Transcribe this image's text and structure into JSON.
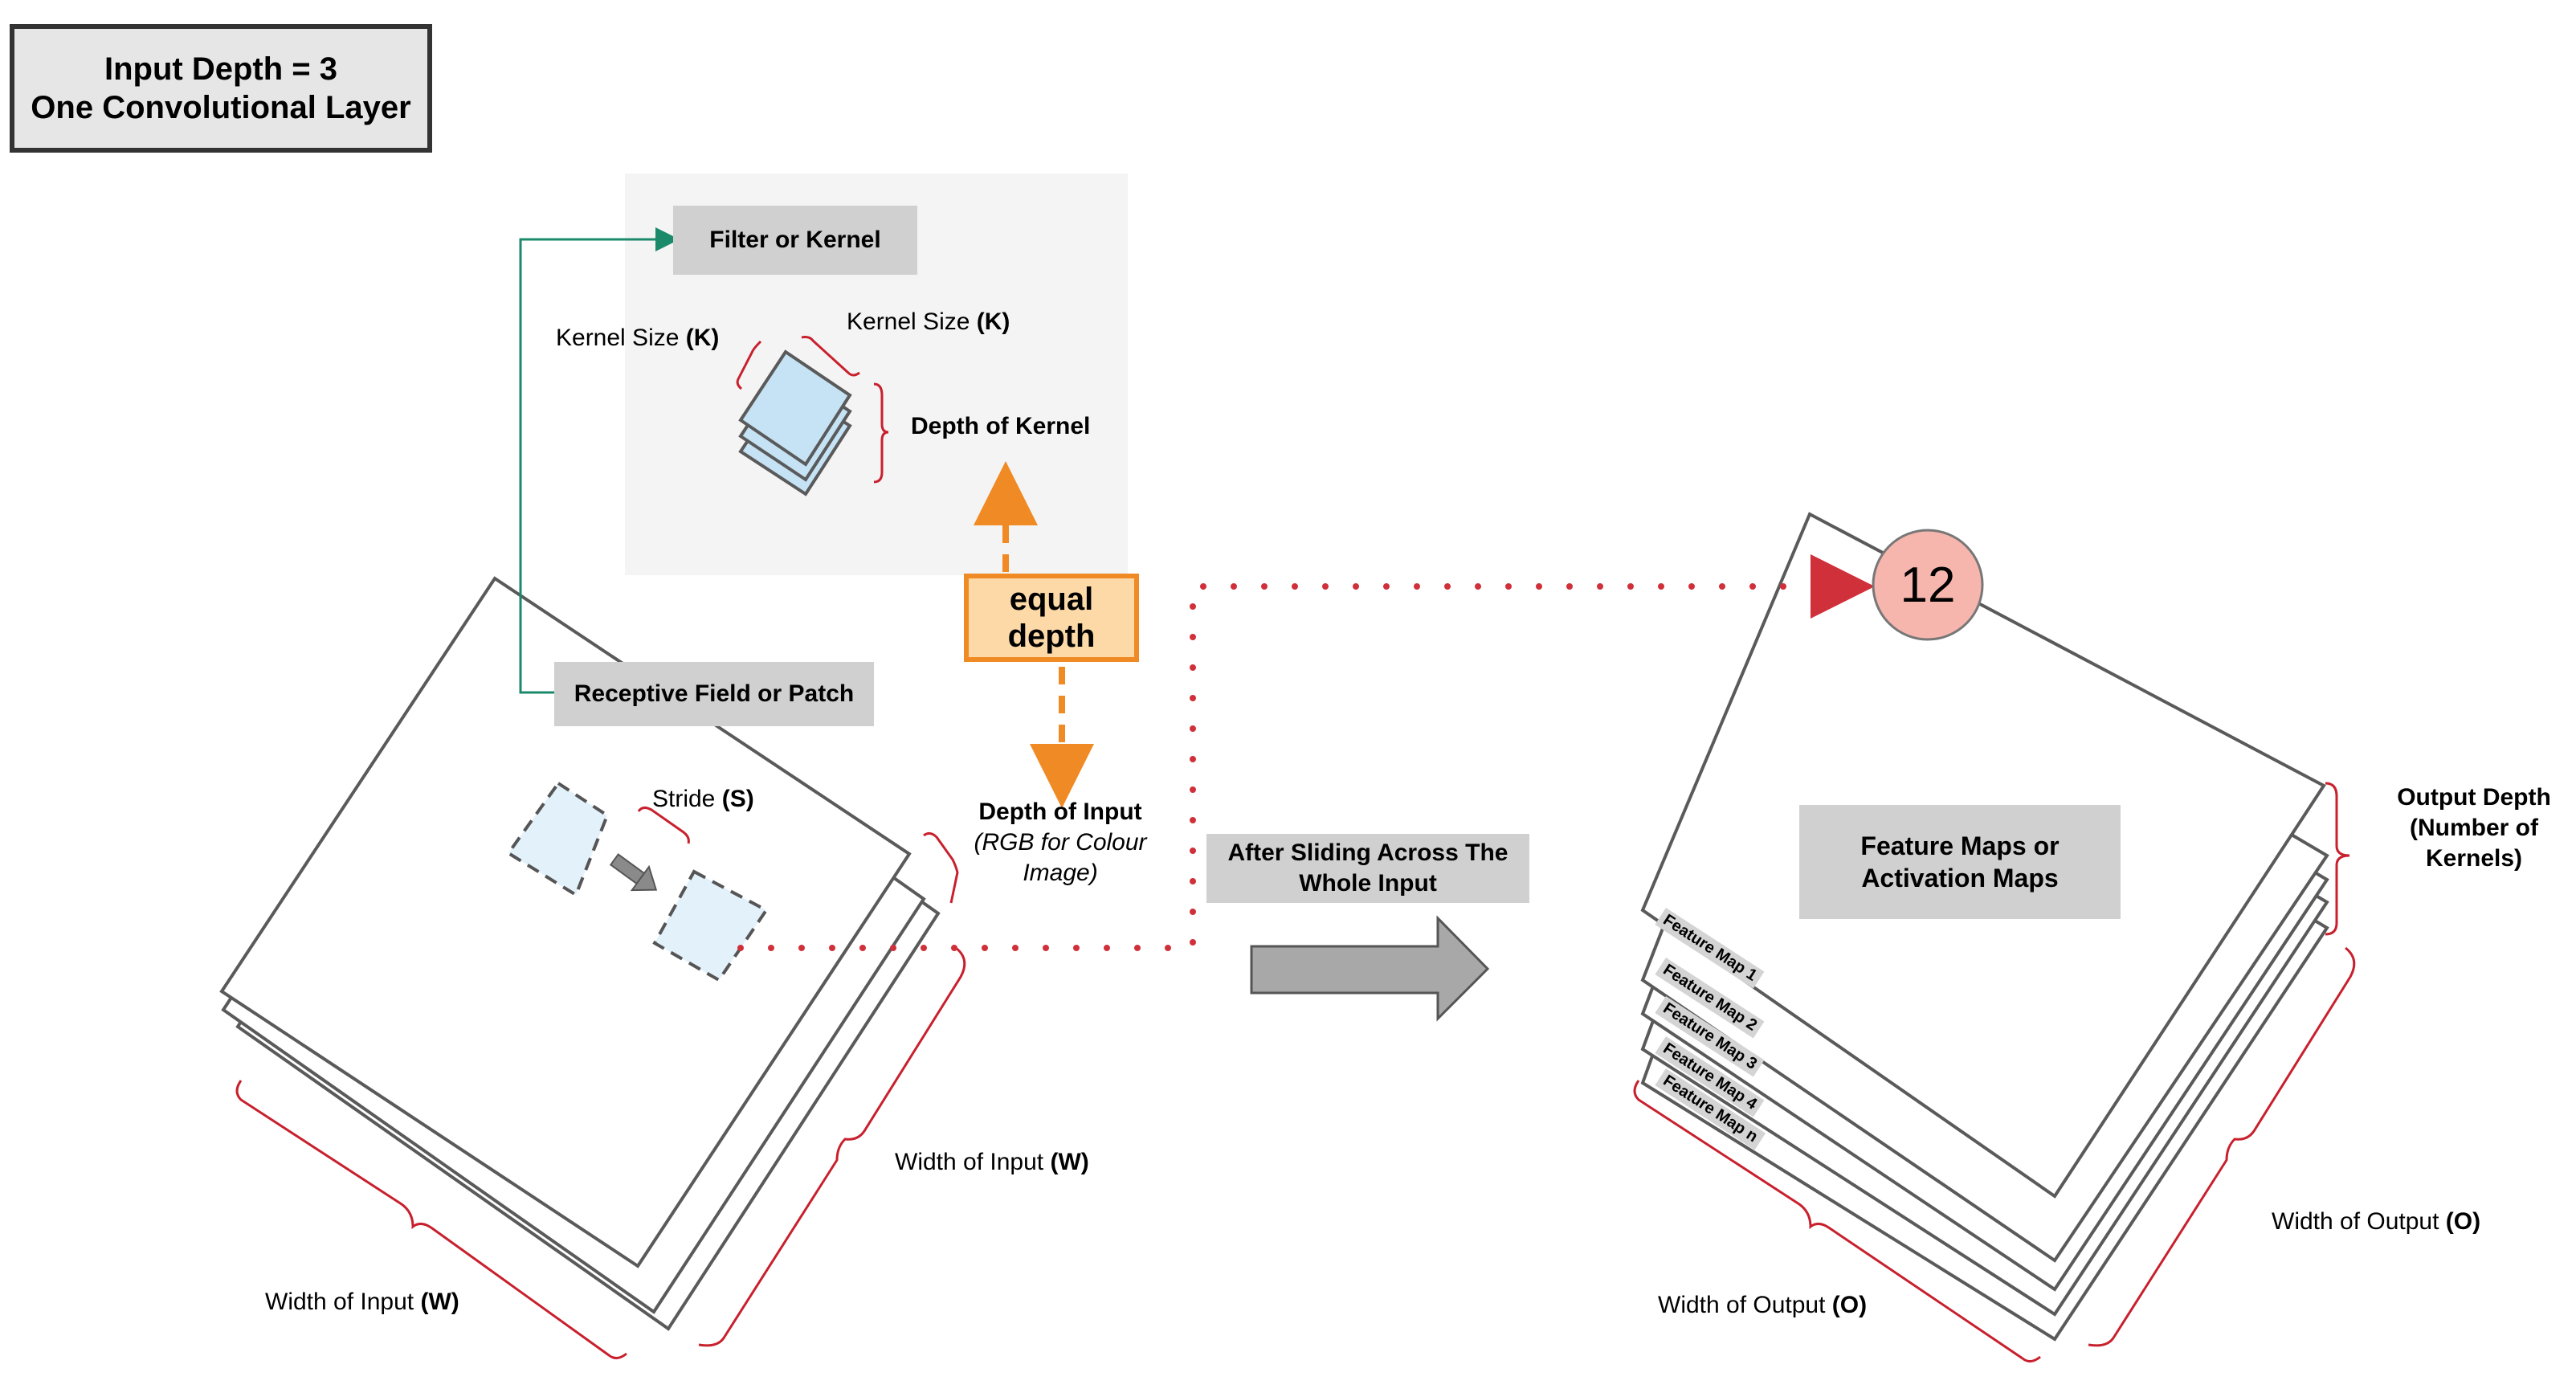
{
  "title_box": {
    "line1": "Input Depth = 3",
    "line2": "One Convolutional Layer"
  },
  "kernel_panel": {
    "title": "Filter or Kernel",
    "kernel_size_left": "Kernel Size",
    "kernel_size_right": "Kernel Size",
    "kernel_symbol": "(K)",
    "depth_label": "Depth of Kernel"
  },
  "input_side": {
    "receptive_field": "Receptive Field or Patch",
    "stride_label": "Stride",
    "stride_symbol": "(S)",
    "depth_of_input_title": "Depth of Input",
    "depth_of_input_note_line1": "(RGB for Colour",
    "depth_of_input_note_line2": "Image)",
    "width_label": "Width of Input",
    "width_symbol": "(W)"
  },
  "equal_depth": {
    "line1": "equal",
    "line2": "depth"
  },
  "transition": {
    "line1": "After Sliding Across The",
    "line2": "Whole Input"
  },
  "output_side": {
    "result_value": "12",
    "feature_maps_line1": "Feature Maps or",
    "feature_maps_line2": "Activation Maps",
    "feature_map_tags": [
      "Feature Map 1",
      "Feature Map 2",
      "Feature Map 3",
      "Feature Map 4",
      "Feature Map n"
    ],
    "output_depth_line1": "Output Depth",
    "output_depth_line2": "(Number of",
    "output_depth_line3": "Kernels)",
    "width_label": "Width of Output",
    "width_symbol": "(O)"
  },
  "colors": {
    "bracket_red": "#c8202d",
    "dotted_red": "#d0303a",
    "teal_arrow": "#1b8a6b",
    "orange": "#f08a24",
    "orange_fill": "#fdd9a8",
    "kernel_fill": "#c5e3f5",
    "patch_fill": "#e3f1fb",
    "label_grey": "#d0d0d0",
    "panel_grey": "#f4f4f4",
    "circle_fill": "#f6b6ae"
  }
}
